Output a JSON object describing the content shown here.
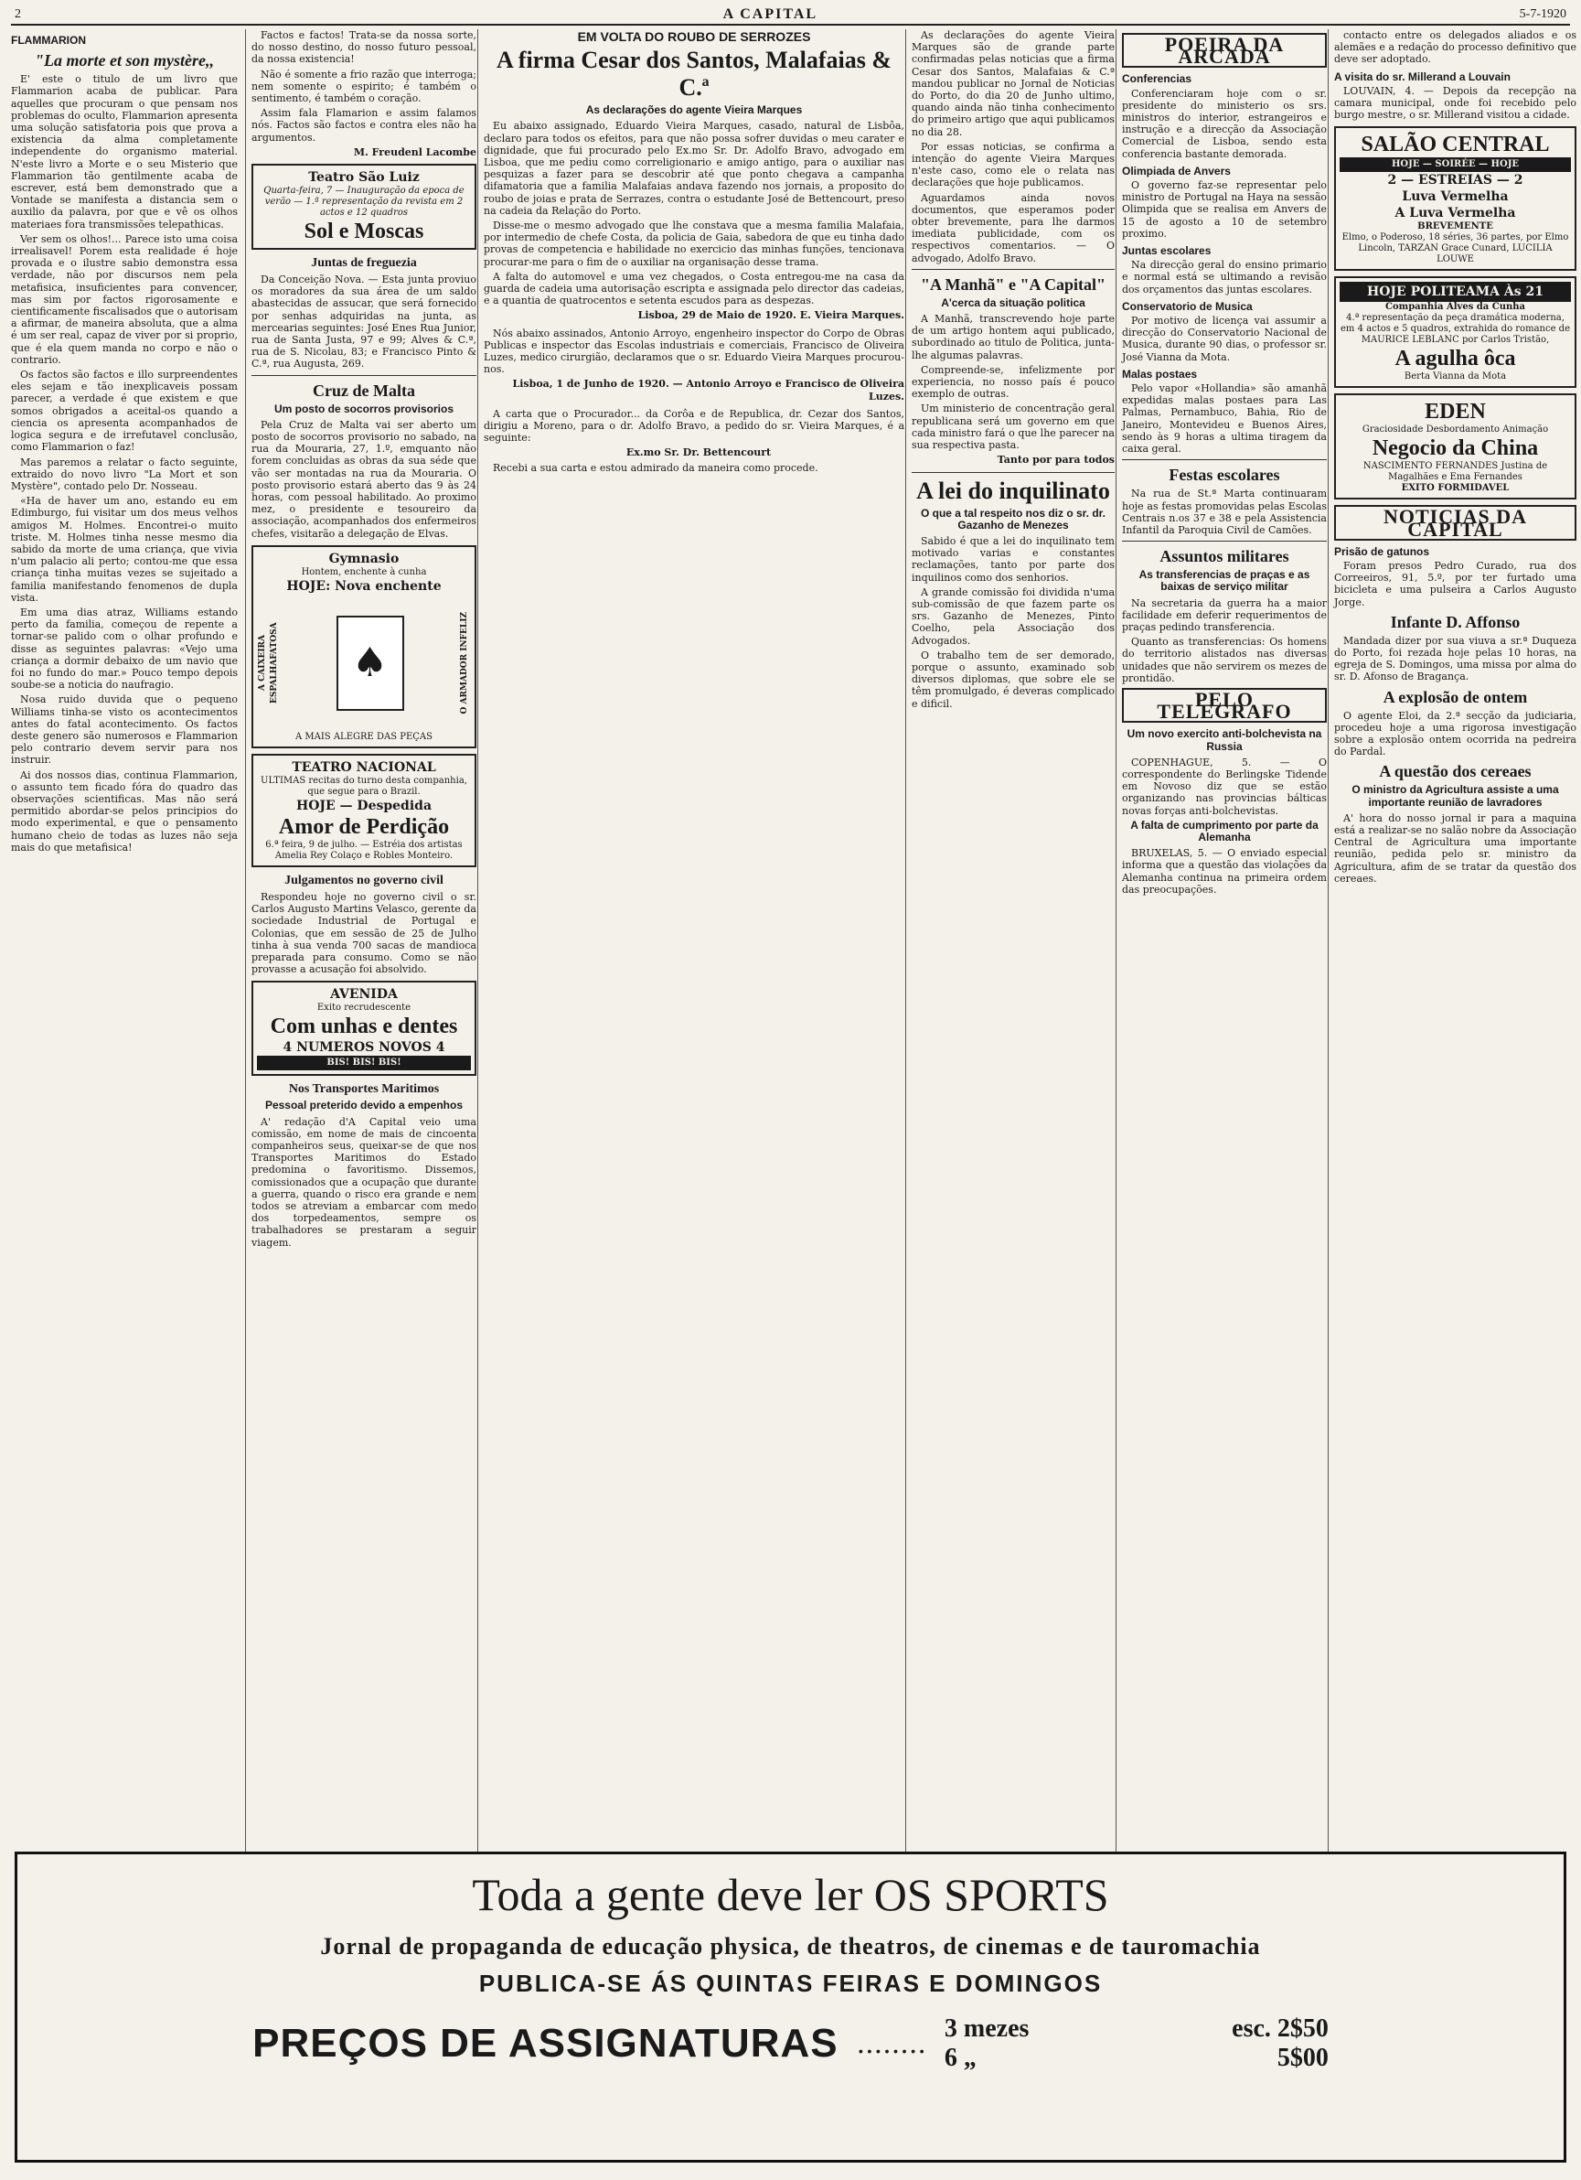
{
  "masthead": {
    "page": "2",
    "title": "A CAPITAL",
    "date": "5-7-1920"
  },
  "col1": {
    "sect": "FLAMMARION",
    "headline": "\"La morte et son mystère,,",
    "paras": [
      "E' este o titulo de um livro que Flammarion acaba de publicar. Para aquelles que procuram o que pensam nos problemas do oculto, Flammarion apresenta uma solução satisfatoria pois que prova a existencia da alma completamente independente do organismo material. N'este livro a Morte e o seu Misterio que Flammarion tão gentilmente acaba de escrever, está bem demonstrado que a Vontade se manifesta a distancia sem o auxilio da palavra, por que e vê os olhos materiaes fora transmissões telepathicas.",
      "Ver sem os olhos!... Parece isto uma coisa irrealisavel! Porem esta realidade é hoje provada e o ilustre sabio demonstra essa verdade, não por discursos nem pela metafisica, insuficientes para convencer, mas sim por factos rigorosamente e cientificamente fiscalisados que o autorisam a afirmar, de maneira absoluta, que a alma é um ser real, capaz de viver por si proprio, que é ela quem manda no corpo e não o contrario.",
      "Os factos são factos e illo surpreendentes eles sejam e tão inexplicaveis possam parecer, a verdade é que existem e que somos obrigados a aceital-os quando a ciencia os apresenta acompanhados de logica segura e de irrefutavel conclusão, como Flammarion o faz!",
      "Mas paremos a relatar o facto seguinte, extraido do novo livro \"La Mort et son Mystère\", contado pelo Dr. Nosseau.",
      "«Ha de haver um ano, estando eu em Edimburgo, fui visitar um dos meus velhos amigos M. Holmes. Encontrei-o muito triste. M. Holmes tinha nesse mesmo dia sabido da morte de uma criança, que vivia n'um palacio ali perto; contou-me que essa criança tinha muitas vezes se sujeitado a familia manifestando fenomenos de dupla vista.",
      "Em uma dias atraz, Williams estando perto da familia, começou de repente a tornar-se palido com o olhar profundo e disse as seguintes palavras: «Vejo uma criança a dormir debaixo de um navio que foi no fundo do mar.» Pouco tempo depois soube-se a noticia do naufragio.",
      "Nosa ruido duvida que o pequeno Williams tinha-se visto os acontecimentos antes do fatal acontecimento. Os factos deste genero são numerosos e Flammarion pelo contrario devem servir para nos instruir.",
      "Ai dos nossos dias, continua Flammarion, o assunto tem ficado fóra do quadro das observações scientificas. Mas não será permitido abordar-se pelos principios do modo experimental, e que o pensamento humano cheio de todas as luzes não seja mais do que metafisica!"
    ]
  },
  "col2": {
    "paras": [
      "Factos e factos! Trata-se da nossa sorte, do nosso destino, do nosso futuro pessoal, da nossa existencia!",
      "Não é somente a frio razão que interroga; nem somente o espirito; é também o sentimento, é também o coração.",
      "Assim fala Flamarion e assim falamos nós. Factos são factos e contra eles não ha argumentos."
    ],
    "sign": "M. Freudenl Lacombe",
    "t1_title": "Teatro São Luiz",
    "t1_text": "Quarta-feira, 7 — Inauguração da epoca de verão — 1.ª representação da revista em 2 actos e 12 quadros",
    "t1_show": "Sol e Moscas",
    "jf_title": "Juntas de freguezia",
    "jf_text": "Da Conceição Nova. — Esta junta proviuo os moradores da sua área de um saldo abastecidas de assucar, que será fornecido por senhas adquiridas na junta, as mercearias seguintes: José Enes Rua Junior, rua de Santa Justa, 97 e 99; Alves & C.ª, rua de S. Nicolau, 83; e Francisco Pinto & C.ª, rua Augusta, 269.",
    "cm_title": "Cruz de Malta",
    "cm_sub": "Um posto de socorros provisorios",
    "cm_text": "Pela Cruz de Malta vai ser aberto um posto de socorros provisorio no sabado, na rua da Mouraria, 27, 1.º, emquanto não forem concluidas as obras da sua séde que vão ser montadas na rua da Mouraria. O posto provisorio estará aberto das 9 às 24 horas, com pessoal habilitado. Ao proximo mez, o presidente e tesoureiro da associação, acompanhados dos enfermeiros chefes, visitarão a delegação de Elvas.",
    "gym_title": "Gymnasio",
    "gym_sub": "Hontem, enchente à cunha",
    "gym_hoje": "HOJE: Nova enchente",
    "gym_left": "A CAIXEIRA ESPALHAFATOSA",
    "gym_right": "O ARMADOR INFELIZ",
    "gym_foot": "A MAIS ALEGRE DAS PEÇAS",
    "tn_title": "TEATRO NACIONAL",
    "tn_text": "ULTIMAS recitas do turno desta companhia, que segue para o Brazil.",
    "tn_hoje": "HOJE — Despedida",
    "tn_show": "Amor de Perdição",
    "tn_small": "6.ª feira, 9 de julho. — Estréia dos artistas Amelia Rey Colaço e Robles Monteiro.",
    "jg_title": "Julgamentos no governo civil",
    "jg_text": "Respondeu hoje no governo civil o sr. Carlos Augusto Martins Velasco, gerente da sociedade Industrial de Portugal e Colonias, que em sessão de 25 de Julho tinha à sua venda 700 sacas de mandioca preparada para consumo. Como se não provasse a acusação foi absolvido.",
    "av_title": "AVENIDA",
    "av_sub": "Exito recrudescente",
    "av_show": "Com unhas e dentes",
    "av_num": "4 NUMEROS NOVOS 4",
    "av_foot": "BIS! BIS! BIS!",
    "tm_title": "Nos Transportes Maritimos",
    "tm_sub": "Pessoal preterido devido a empenhos",
    "tm_text": "A' redação d'A Capital veio uma comissão, em nome de mais de cincoenta companheiros seus, queixar-se de que nos Transportes Maritimos do Estado predomina o favoritismo. Dissemos, comissionados que a ocupação que durante a guerra, quando o risco era grande e nem todos se atreviam a embarcar com medo dos torpedeamentos, sempre os trabalhadores se prestaram a seguir viagem."
  },
  "col3": {
    "kicker": "EM VOLTA DO ROUBO DE SERROZES",
    "headline": "A firma Cesar dos Santos, Malafaias & C.ª",
    "sub": "As declarações do agente Vieira Marques",
    "paras": [
      "Eu abaixo assignado, Eduardo Vieira Marques, casado, natural de Lisbôa, declaro para todos os efeitos, para que não possa sofrer duvidas o meu carater e dignidade, que fui procurado pelo Ex.mo Sr. Dr. Adolfo Bravo, advogado em Lisboa, que me pediu como correligionario e amigo antigo, para o auxiliar nas pesquizas a fazer para se descobrir até que ponto chegava a campanha difamatoria que a familia Malafaias andava fazendo nos jornais, a proposito do roubo de joias e prata de Serrazes, contra o estudante José de Bettencourt, preso na cadeia da Relação do Porto.",
      "Disse-me o mesmo advogado que lhe constava que a mesma familia Malafaia, por intermedio de chefe Costa, da policia de Gaia, sabedora de que eu tinha dado provas de competencia e habilidade no exercicio das minhas funções, tencionava procurar-me para o fim de o auxiliar na organisação desse trama.",
      "A falta do automovel e uma vez chegados, o Costa entregou-me na casa da guarda de cadeia uma autorisação escripta e assignada pelo director das cadeias, e a quantia de quatrocentos e setenta escudos para as despezas.",
      "Nós abaixo assinados, Antonio Arroyo, engenheiro inspector do Corpo de Obras Publicas e inspector das Escolas industriais e comerciais, Francisco de Oliveira Luzes, medico cirurgião, declaramos que o sr. Eduardo Vieira Marques procurou-nos.",
      "A carta que o Procurador... da Corôa e de Republica, dr. Cezar dos Santos, dirigiu a Moreno, para o dr. Adolfo Bravo, a pedido do sr. Vieira Marques, é a seguinte:",
      "Ex.mo Sr. Dr. Bettencourt",
      "Recebi a sua carta e estou admirado da maneira como procede."
    ],
    "sign1": "Lisboa, 29 de Maio de 1920. E. Vieira Marques.",
    "sign2": "Lisboa, 1 de Junho de 1920. — Antonio Arroyo e Francisco de Oliveira Luzes."
  },
  "col4": {
    "paras": [
      "As declarações do agente Vieira Marques são de grande parte confirmadas pelas noticias que a firma Cesar dos Santos, Malafaias & C.ª mandou publicar no Jornal de Noticias do Porto, do dia 20 de Junho ultimo, quando ainda não tinha conhecimento do primeiro artigo que aqui publicamos no dia 28.",
      "Por essas noticias, se confirma a intenção do agente Vieira Marques n'este caso, como ele o relata nas declarações que hoje publicamos.",
      "Aguardamos ainda novos documentos, que esperamos poder obter brevemente, para lhe darmos imediata publicidade, com os respectivos comentarios. — O advogado, Adolfo Bravo."
    ],
    "mc_title": "\"A Manhã\" e \"A Capital\"",
    "mc_sub": "A'cerca da situação politica",
    "mc_paras": [
      "A Manhã, transcrevendo hoje parte de um artigo hontem aqui publicado, subordinado ao titulo de Politica, junta-lhe algumas palavras.",
      "Compreende-se, infelizmente por experiencia, no nosso país é pouco exemplo de outras.",
      "Um ministerio de concentração geral republicana será um governo em que cada ministro fará o que lhe parecer na sua respectiva pasta."
    ],
    "li_title": "A lei do inquilinato",
    "li_sub": "O que a tal respeito nos diz o sr. dr. Gazanho de Menezes",
    "li_paras": [
      "Sabido é que a lei do inquilinato tem motivado varias e constantes reclamações, tanto por parte dos inquilinos como dos senhorios.",
      "A grande comissão foi dividida n'uma sub-comissão de que fazem parte os srs. Gazanho de Menezes, Pinto Coelho, pela Associação dos Advogados.",
      "O trabalho tem de ser demorado, porque o assunto, examinado sob diversos diplomas, que sobre ele se têm promulgado, é deveras complicado e dificil."
    ],
    "tail": "Tanto por para todos"
  },
  "col5": {
    "logo": "POEIRA DA ARCADA",
    "conf_sect": "Conferencias",
    "conf_text": "Conferenciaram hoje com o sr. presidente do ministerio os srs. ministros do interior, estrangeiros e instrução e a direcção da Associação Comercial de Lisboa, sendo esta conferencia bastante demorada.",
    "ol_sect": "Olimpiada de Anvers",
    "ol_text": "O governo faz-se representar pelo ministro de Portugal na Haya na sessão Olimpida que se realisa em Anvers de 15 de agosto a 10 de setembro proximo.",
    "je_sect": "Juntas escolares",
    "je_text": "Na direcção geral do ensino primario e normal está se ultimando a revisão dos orçamentos das juntas escolares.",
    "cm_sect": "Conservatorio de Musica",
    "cm_text": "Por motivo de licença vai assumir a direcção do Conservatorio Nacional de Musica, durante 90 dias, o professor sr. José Vianna da Mota.",
    "mp_sect": "Malas postaes",
    "mp_text": "Pelo vapor «Hollandia» são amanhã expedidas malas postaes para Las Palmas, Pernambuco, Bahia, Rio de Janeiro, Montevideu e Buenos Aires, sendo às 9 horas a ultima tiragem da caixa geral.",
    "fe_title": "Festas escolares",
    "fe_text": "Na rua de St.ª Marta continuaram hoje as festas promovidas pelas Escolas Centrais n.os 37 e 38 e pela Assistencia Infantil da Paroquia Civil de Camões.",
    "am_title": "Assuntos militares",
    "am_sub": "As transferencias de praças e as baixas de serviço militar",
    "am_paras": [
      "Na secretaria da guerra ha a maior facilidade em deferir requerimentos de praças pedindo transferencia.",
      "Quanto as transferencias: Os homens do territorio alistados nas diversas unidades que não servirem os mezes de prontidão."
    ],
    "tel_logo": "PELO TELEGRAFO",
    "tel_sub": "Um novo exercito anti-bolchevista na Russia",
    "tel_text": "COPENHAGUE, 5. — O correspondente do Berlingske Tidende em Novoso diz que se estão organizando nas provincias bálticas novas forças anti-bolchevistas.",
    "tel_sub2": "A falta de cumprimento por parte da Alemanha",
    "tel_text2": "BRUXELAS, 5. — O enviado especial informa que a questão das violações da Alemanha continua na primeira ordem das preocupações."
  },
  "col6": {
    "top_text": "contacto entre os delegados aliados e os alemães e a redação do processo definitivo que deve ser adoptado.",
    "visita_sect": "A visita do sr. Millerand a Louvain",
    "visita_text": "LOUVAIN, 4. — Depois da recepção na camara municipal, onde foi recebido pelo burgo mestre, o sr. Millerand visitou a cidade.",
    "salao_title": "SALÃO CENTRAL",
    "salao_hoje": "HOJE — SOIRÉE — HOJE",
    "salao_estreias": "2 — ESTREIAS — 2",
    "salao_film": "Luva Vermelha",
    "salao_film2": "A Luva Vermelha",
    "salao_brev": "BREVEMENTE",
    "salao_brev_text": "Elmo, o Poderoso, 18 séries, 36 partes, por Elmo Lincoln, TARZAN Grace Cunard, LUCILIA LOUWE",
    "pol_title": "HOJE POLITEAMA Às 21",
    "pol_sub": "Companhia Alves da Cunha",
    "pol_text": "4.ª representação da peça dramática moderna, em 4 actos e 5 quadros, extrahida do romance de MAURICE LEBLANC por Carlos Tristão,",
    "pol_show": "A agulha ôca",
    "pol_foot": "Berta Vianna da Mota",
    "eden_title": "EDEN",
    "eden_sub": "Graciosidade Desbordamento Animação",
    "eden_show": "Negocio da China",
    "eden_cast": "NASCIMENTO FERNANDES Justina de Magalhães e Ema Fernandes",
    "eden_foot": "EXITO FORMIDAVEL",
    "not_title": "NOTICIAS DA CAPITAL",
    "ng_sect": "Prisão de gatunos",
    "ng_text": "Foram presos Pedro Curado, rua dos Correeiros, 91, 5.º, por ter furtado uma bicicleta e uma pulseira a Carlos Augusto Jorge.",
    "ib_title": "Infante D. Affonso",
    "ib_text": "Mandada dizer por sua viuva a sr.ª Duqueza do Porto, foi rezada hoje pelas 10 horas, na egreja de S. Domingos, uma missa por alma do sr. D. Afonso de Bragança.",
    "exp_title": "A explosão de ontem",
    "exp_text": "O agente Eloi, da 2.ª secção da judiciaria, procedeu hoje a uma rigorosa investigação sobre a explosão ontem ocorrida na pedreira do Pardal.",
    "cer_title": "A questão dos cereaes",
    "cer_sub": "O ministro da Agricultura assiste a uma importante reunião de lavradores",
    "cer_text": "A' hora do nosso jornal ir para a maquina está a realizar-se no salão nobre da Associação Central de Agricultura uma importante reunião, pedida pelo sr. ministro da Agricultura, afim de se tratar da questão dos cereaes."
  },
  "ad": {
    "line1": "Toda a gente deve ler OS SPORTS",
    "line2": "Jornal de propaganda de educação physica, de theatros, de cinemas e de tauromachia",
    "line3": "PUBLICA-SE ÁS QUINTAS FEIRAS E DOMINGOS",
    "prices_title": "PREÇOS DE ASSIGNATURAS",
    "row1_left": "3 mezes",
    "row1_right": "esc. 2$50",
    "row2_left": "6  „",
    "row2_right": "5$00"
  }
}
